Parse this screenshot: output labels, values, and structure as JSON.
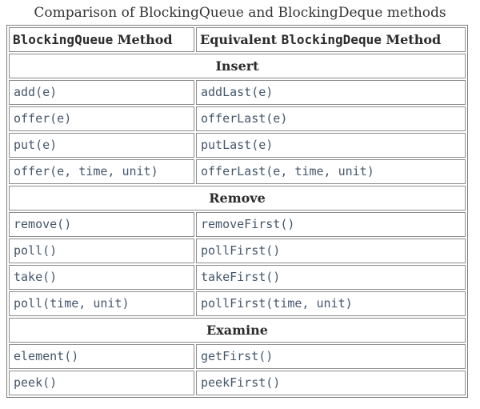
{
  "page": {
    "title": "Comparison of BlockingQueue and BlockingDeque methods"
  },
  "table": {
    "header": {
      "left": {
        "code": "BlockingQueue",
        "suffix": " Method"
      },
      "right": {
        "prefix": "Equivalent ",
        "code": "BlockingDeque",
        "suffix": " Method"
      }
    },
    "sections": [
      {
        "label": "Insert",
        "rows": [
          {
            "left": "add(e)",
            "right": "addLast(e)"
          },
          {
            "left": "offer(e)",
            "right": "offerLast(e)"
          },
          {
            "left": "put(e)",
            "right": "putLast(e)"
          },
          {
            "left": "offer(e, time, unit)",
            "right": "offerLast(e, time, unit)"
          }
        ]
      },
      {
        "label": "Remove",
        "rows": [
          {
            "left": "remove()",
            "right": "removeFirst()"
          },
          {
            "left": "poll()",
            "right": "pollFirst()"
          },
          {
            "left": "take()",
            "right": "takeFirst()"
          },
          {
            "left": "poll(time, unit)",
            "right": "pollFirst(time, unit)"
          }
        ]
      },
      {
        "label": "Examine",
        "rows": [
          {
            "left": "element()",
            "right": "getFirst()"
          },
          {
            "left": "peek()",
            "right": "peekFirst()"
          }
        ]
      }
    ],
    "colors": {
      "code_text": "#44566b",
      "heading_text": "#2b2b2b",
      "border": "#8c8c8c",
      "outer_border": "#7d7d7d",
      "background": "#ffffff"
    }
  }
}
